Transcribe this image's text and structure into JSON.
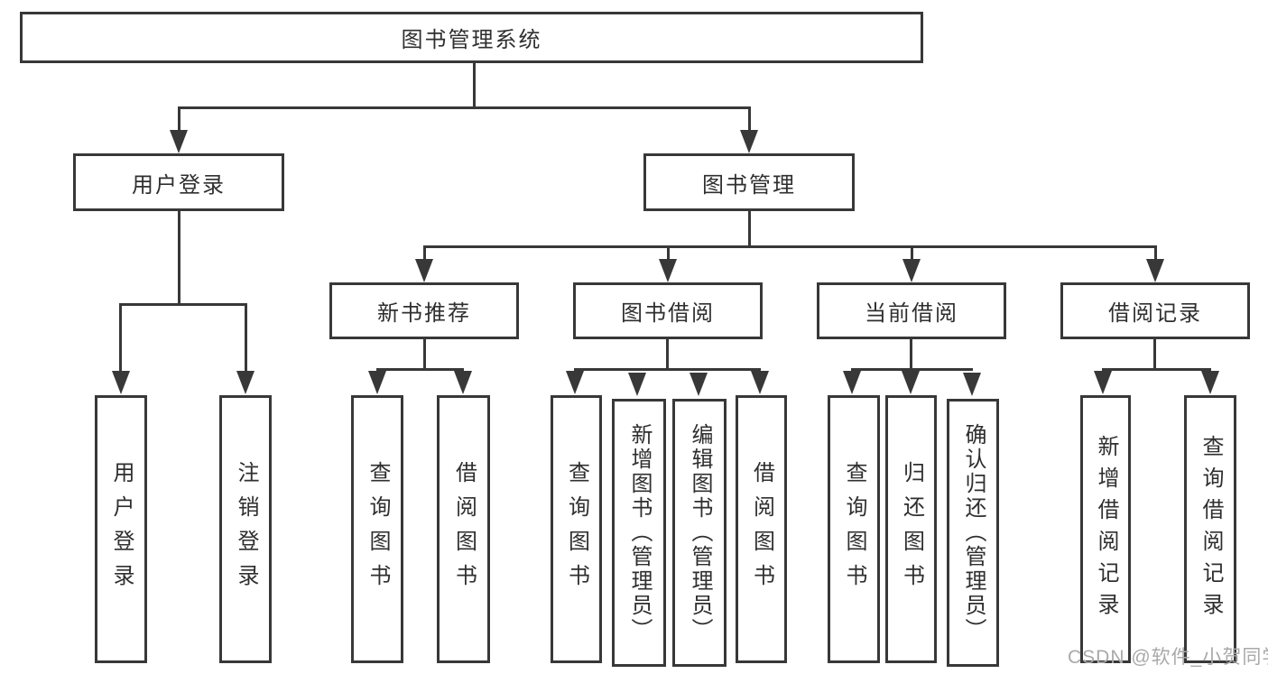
{
  "diagram": {
    "title": "图书管理系统",
    "level2": [
      {
        "label": "用户登录",
        "children": [
          {
            "label": "用户登录"
          },
          {
            "label": "注销登录"
          }
        ]
      },
      {
        "label": "图书管理",
        "children": [
          {
            "label": "新书推荐",
            "children": [
              {
                "label": "查询图书"
              },
              {
                "label": "借阅图书"
              }
            ]
          },
          {
            "label": "图书借阅",
            "children": [
              {
                "label": "查询图书"
              },
              {
                "label": "新增图书（管理员）"
              },
              {
                "label": "编辑图书（管理员）"
              },
              {
                "label": "借阅图书"
              }
            ]
          },
          {
            "label": "当前借阅",
            "children": [
              {
                "label": "查询图书"
              },
              {
                "label": "归还图书"
              },
              {
                "label": "确认归还（管理员）"
              }
            ]
          },
          {
            "label": "借阅记录",
            "children": [
              {
                "label": "新增借阅记录"
              },
              {
                "label": "查询借阅记录"
              }
            ]
          }
        ]
      }
    ]
  },
  "watermark": {
    "text": "CSDN @软件_小贺同学",
    "color": "#a9a9a9"
  },
  "colors": {
    "line": "#383838",
    "text": "#2f2f2f",
    "background": "#ffffff"
  }
}
